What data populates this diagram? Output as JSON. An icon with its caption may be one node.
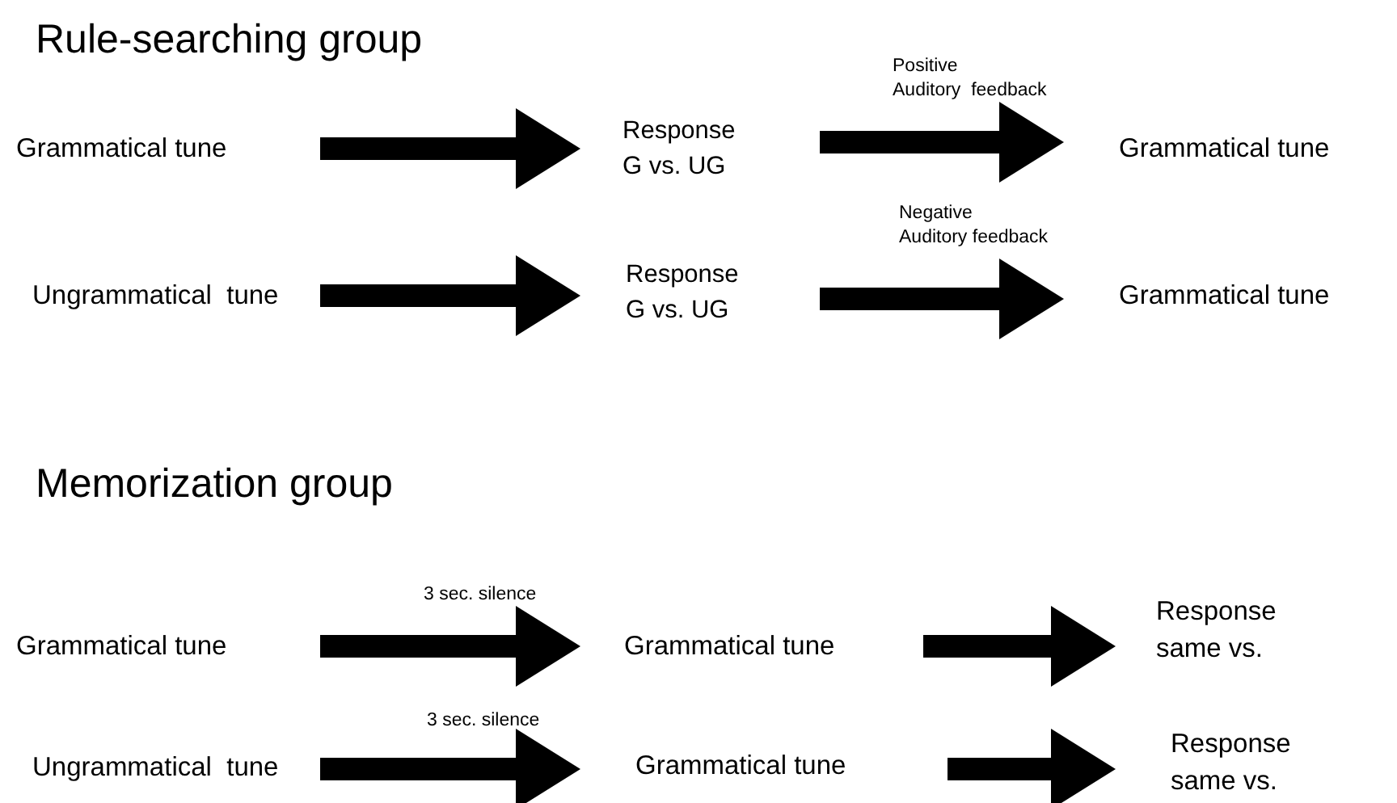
{
  "diagram": {
    "nodes": [
      {
        "text": [
          "Grammatical tune"
        ]
      },
      {
        "text": [
          "Response G vs. UG"
        ]
      },
      {
        "text": [
          "Grammatical tune"
        ]
      },
      {
        "text": [
          "Ungrammatical  tune"
        ]
      },
      {
        "text": [
          "Response G vs. UG"
        ]
      },
      {
        "text": [
          "Grammatical tune"
        ]
      },
      {
        "text": [
          "Grammatical tune"
        ]
      },
      {
        "text": [
          "Grammatical tune"
        ]
      },
      {
        "text": [
          "Response same vs."
        ]
      },
      {
        "text": [
          "Ungrammatical  tune"
        ]
      },
      {
        "text": [
          "Grammatical tune"
        ]
      },
      {
        "text": [
          "Response same vs."
        ]
      }
    ],
    "edges": [
      {
        "from": 0,
        "to": 1,
        "arrow": "to"
      },
      {
        "from": 1,
        "to": 2,
        "arrow": "to",
        "label": "Positive Auditory  feedback"
      },
      {
        "from": 3,
        "to": 4,
        "arrow": "to"
      },
      {
        "from": 4,
        "to": 5,
        "arrow": "to",
        "label": "Negative Auditory feedback"
      },
      {
        "from": 6,
        "to": 7,
        "arrow": "to",
        "label": "3 sec. silence"
      },
      {
        "from": 7,
        "to": 8,
        "arrow": "to"
      },
      {
        "from": 9,
        "to": 10,
        "arrow": "to",
        "label": "3 sec. silence"
      },
      {
        "from": 10,
        "to": 11,
        "arrow": "to"
      }
    ],
    "labels": [
      "Rule-searching group",
      "Memorization group"
    ]
  }
}
